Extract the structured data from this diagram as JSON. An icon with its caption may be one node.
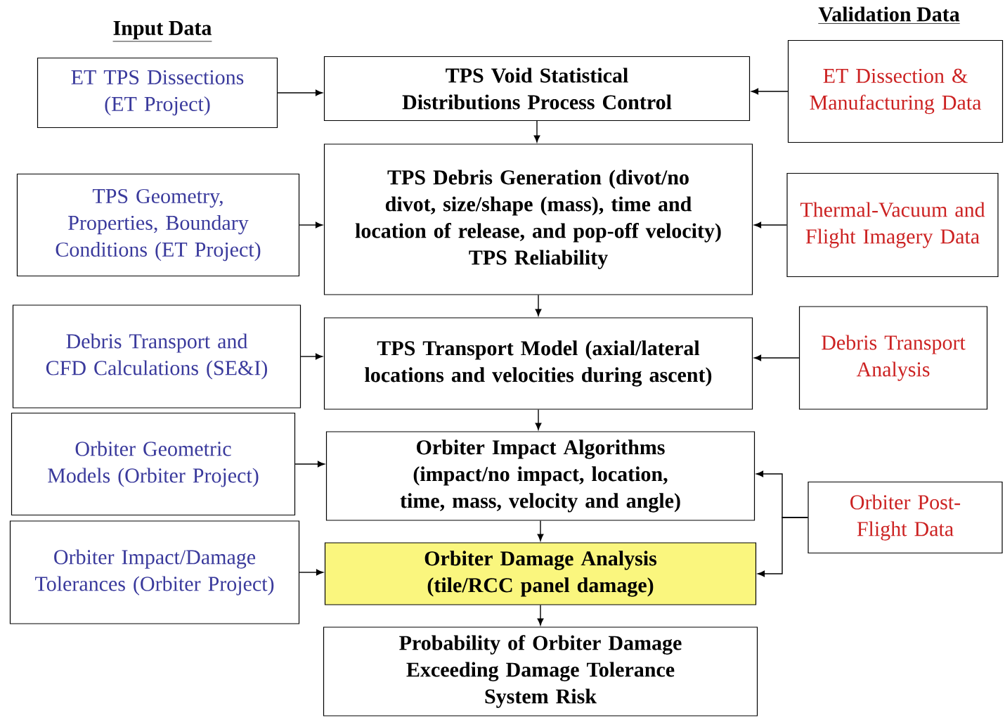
{
  "diagram": {
    "nodes": [
      {
        "text": [
          "ET TPS Dissections (ET Project)"
        ]
      },
      {
        "text": [
          "TPS Void Statistical Distributions Process Control"
        ]
      },
      {
        "text": [
          "ET Dissection & Manufacturing Data"
        ]
      },
      {
        "text": [
          "TPS Geometry, Properties, Boundary Conditions (ET Project)"
        ]
      },
      {
        "text": [
          "TPS Debris Generation (divot/no divot, size/shape (mass), time and location of release, and pop-off velocity)",
          "TPS Reliability"
        ]
      },
      {
        "text": [
          "Thermal-Vacuum and Flight Imagery Data"
        ]
      },
      {
        "text": [
          "Debris Transport and CFD Calculations (SE&I)"
        ]
      },
      {
        "text": [
          "TPS Transport Model (axial/lateral locations and velocities during ascent)"
        ]
      },
      {
        "text": [
          "Debris Transport Analysis"
        ]
      },
      {
        "text": [
          "Orbiter Geometric Models (Orbiter Project)"
        ]
      },
      {
        "text": [
          "Orbiter Impact Algorithms (impact/no impact, location, time, mass, velocity and angle)"
        ]
      },
      {
        "text": [
          "Orbiter Impact/Damage Tolerances (Orbiter Project)"
        ]
      },
      {
        "text": [
          "Orbiter Damage Analysis (tile/RCC panel damage)"
        ]
      },
      {
        "text": [
          "Orbiter Post-Flight Data"
        ]
      },
      {
        "text": [
          "Probability of Orbiter Damage Exceeding Damage Tolerance",
          "System Risk"
        ]
      }
    ],
    "edges": [
      {
        "from": 0,
        "to": 1,
        "arrow": "to"
      },
      {
        "from": 2,
        "to": 1,
        "arrow": "to"
      },
      {
        "from": 1,
        "to": 4,
        "arrow": "to"
      },
      {
        "from": 3,
        "to": 4,
        "arrow": "to"
      },
      {
        "from": 5,
        "to": 4,
        "arrow": "to"
      },
      {
        "from": 4,
        "to": 7,
        "arrow": "to"
      },
      {
        "from": 6,
        "to": 7,
        "arrow": "to"
      },
      {
        "from": 8,
        "to": 7,
        "arrow": "to"
      },
      {
        "from": 7,
        "to": 10,
        "arrow": "to"
      },
      {
        "from": 9,
        "to": 10,
        "arrow": "to"
      },
      {
        "from": 13,
        "to": 10,
        "arrow": "to"
      },
      {
        "from": 10,
        "to": 12,
        "arrow": "to"
      },
      {
        "from": 11,
        "to": 12,
        "arrow": "to"
      },
      {
        "from": 13,
        "to": 12,
        "arrow": "to"
      },
      {
        "from": 12,
        "to": 14,
        "arrow": "to"
      }
    ],
    "labels": [
      "Validation Data",
      "Input Data"
    ]
  }
}
